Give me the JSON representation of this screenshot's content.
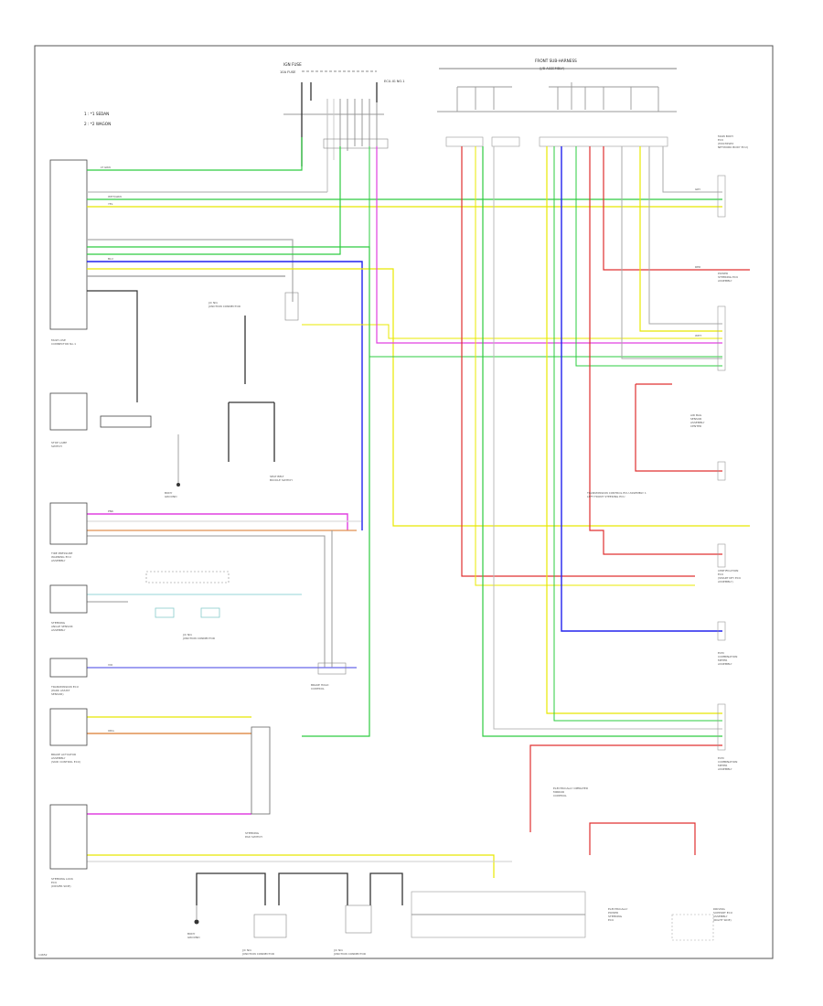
{
  "legend": {
    "line1": "1 : *1 SEDAN",
    "line2": "2 : *2 WAGON"
  },
  "top": {
    "left_header": "IGN FUSE",
    "left_sub": "10A FUSE",
    "left_connector": "ECU-IG NO.1",
    "right_header": "FRONT SUB-HARNESS",
    "right_sub": "(J/B ASSEMBLY)"
  },
  "wires": {
    "white": "WHT",
    "white_green": "WHT/GRN",
    "light_green": "LT GRN",
    "yellow": "YEL",
    "blue": "BLU",
    "pink": "PNK",
    "red": "RED",
    "orange": "ORG",
    "gray": "GRY",
    "violet": "VIO"
  },
  "components": {
    "combination_meter": "MULTI-USE\nCONNECTOR No.1",
    "brake_switch": "STOP LAMP\nSWITCH",
    "junction_upper": "J/C NO.\nJUNCTION CONNECTOR",
    "junction_mid": "J/C NO.\nJUNCTION CONNECTOR",
    "tire_pressure": "TIRE PRESSURE\nWARNING ECU\nASSEMBLY",
    "steering_sensor": "STEERING\nANGLE SENSOR\nASSEMBLY",
    "transmission_ecu": "TRANSMISSION ECU\n(PARK ASSIST\nSENSOR)",
    "brake_actuator": "BRAKE ACTUATOR\nASSEMBLY\n(SKID CONTROL ECU)",
    "steering_lock": "STEERING LOCK\nECU\n(DRIVER SIDE)",
    "body_ecu_top": "MAIN BODY\nECU\n(MULTIPLEX\nNETWORK BODY ECU)",
    "power_steering": "POWER\nSTEERING ECU\nASSEMBLY",
    "seat_belt": "SEAT BELT\nBUCKLE SWITCH",
    "transmission_control": "TRANSMISSION CONTROL ECU ASSEMBLY 1\nLEFT FRONT STEERING ECU",
    "right_mid_1": "AIR BAG\nSENSOR\nASSEMBLY\nCENTER",
    "right_mid_2": "CERTIFICATION\nECU\n(SMART KEY ECU\nASSEMBLY)",
    "right_bottom": "ECM\nCOMBINATION\nMETER\nASSEMBLY",
    "bottom_center": "ELECTRICALLY\nPOWER\nSTEERING\nECU",
    "bottom_right": "DRIVING\nSUPPORT ECU\nASSEMBLY\n(RIGHT SIDE)",
    "bottom_j1": "J/C NO.\nJUNCTION CONNECTOR",
    "bottom_j2": "J/C NO.\nJUNCTION CONNECTOR",
    "ground": "BODY\nGROUND",
    "note_center": "ELECTRICALLY OPERATED\nMIRROR\nCONTROL",
    "note_left1": "BRAKE HOLD\nCONTROL",
    "note_left2": "STEERING\nPAD SWITCH"
  },
  "page_id": "14652"
}
